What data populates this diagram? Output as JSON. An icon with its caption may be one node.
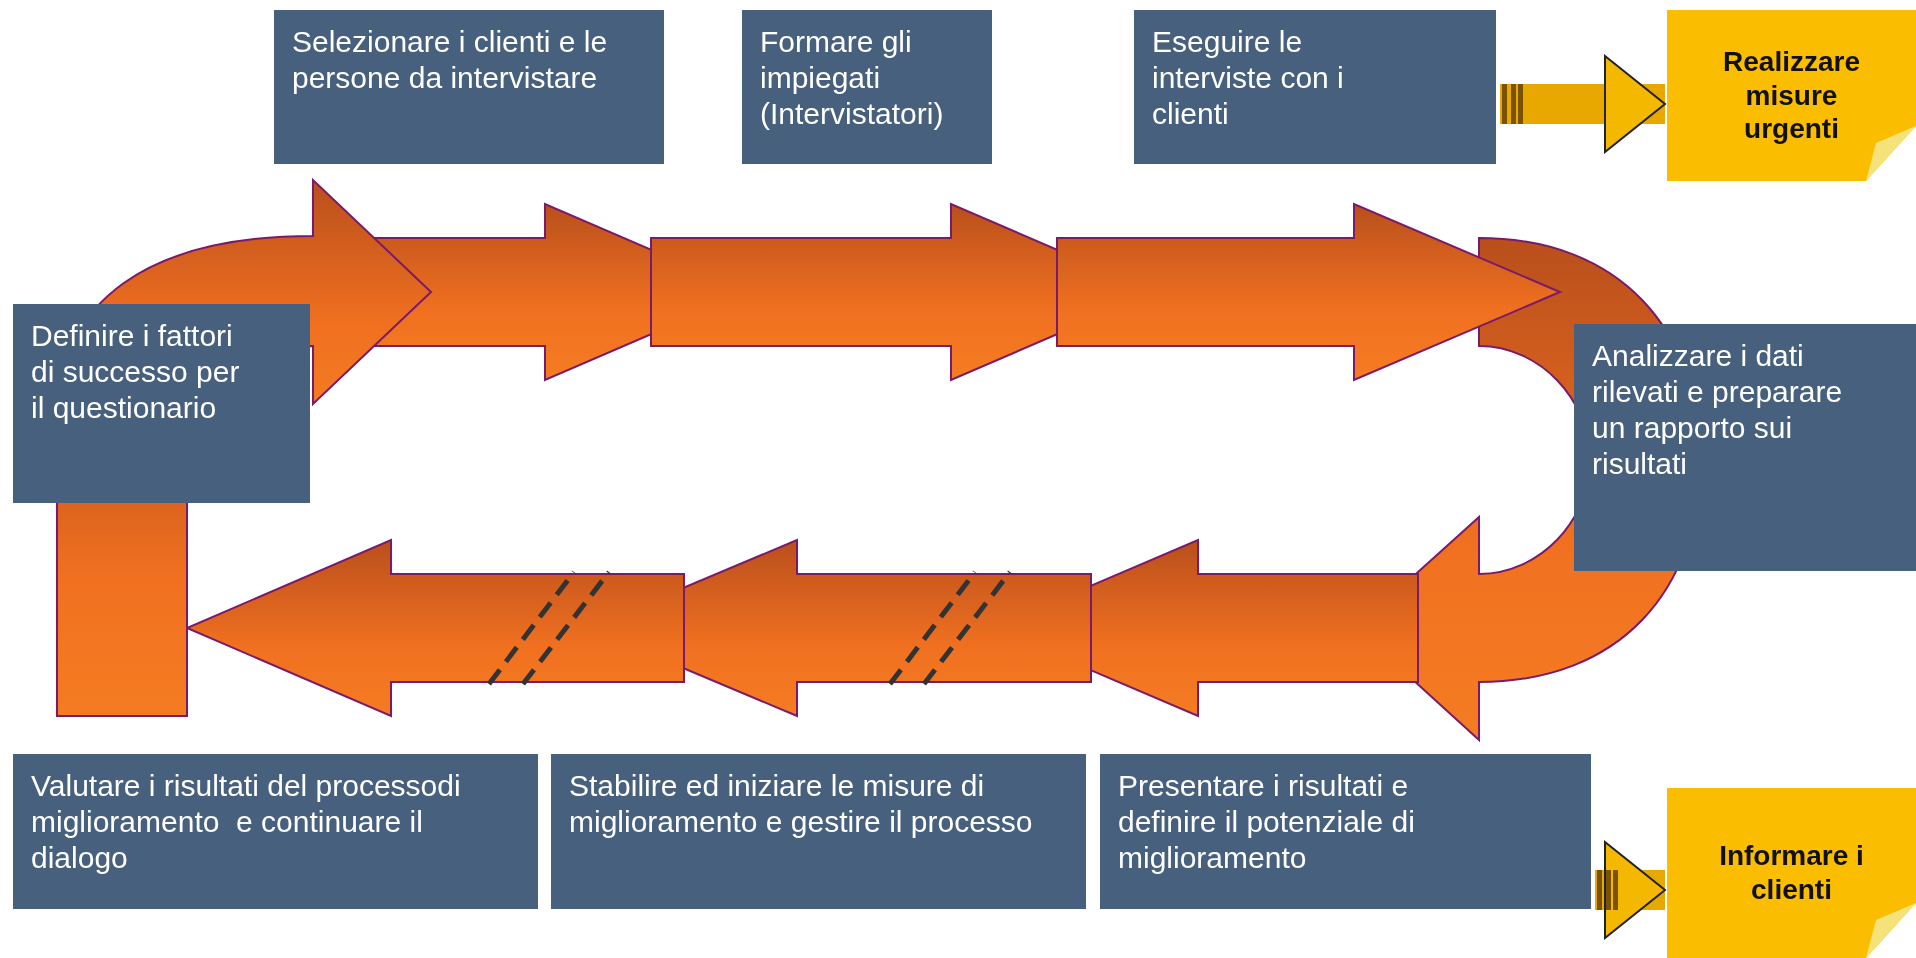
{
  "diagram": {
    "nodes": [
      {
        "text": [
          "Selezionare i clienti e le persone da intervistare"
        ]
      },
      {
        "text": [
          "Formare gli impiegati (Intervistatori)"
        ]
      },
      {
        "text": [
          "Eseguire le interviste con i clienti"
        ]
      },
      {
        "text": [
          "Realizzare misure urgenti"
        ]
      },
      {
        "text": [
          "Definire i fattori di successo per il questionario"
        ]
      },
      {
        "text": [
          "Analizzare i dati rilevati e preparare un rapporto sui risultati"
        ]
      },
      {
        "text": [
          "Valutare i risultati del processodi miglioramento  e continuare il dialogo"
        ]
      },
      {
        "text": [
          "Stabilire ed iniziare le misure di miglioramento e gestire il processo"
        ]
      },
      {
        "text": [
          "Presentare i risultati e definire il potenziale di miglioramento"
        ]
      },
      {
        "text": [
          "Informare i clienti"
        ]
      }
    ],
    "edges": [
      {
        "from": 2,
        "to": 3,
        "arrow": "to"
      },
      {
        "from": 8,
        "to": 9,
        "arrow": "to"
      }
    ]
  }
}
